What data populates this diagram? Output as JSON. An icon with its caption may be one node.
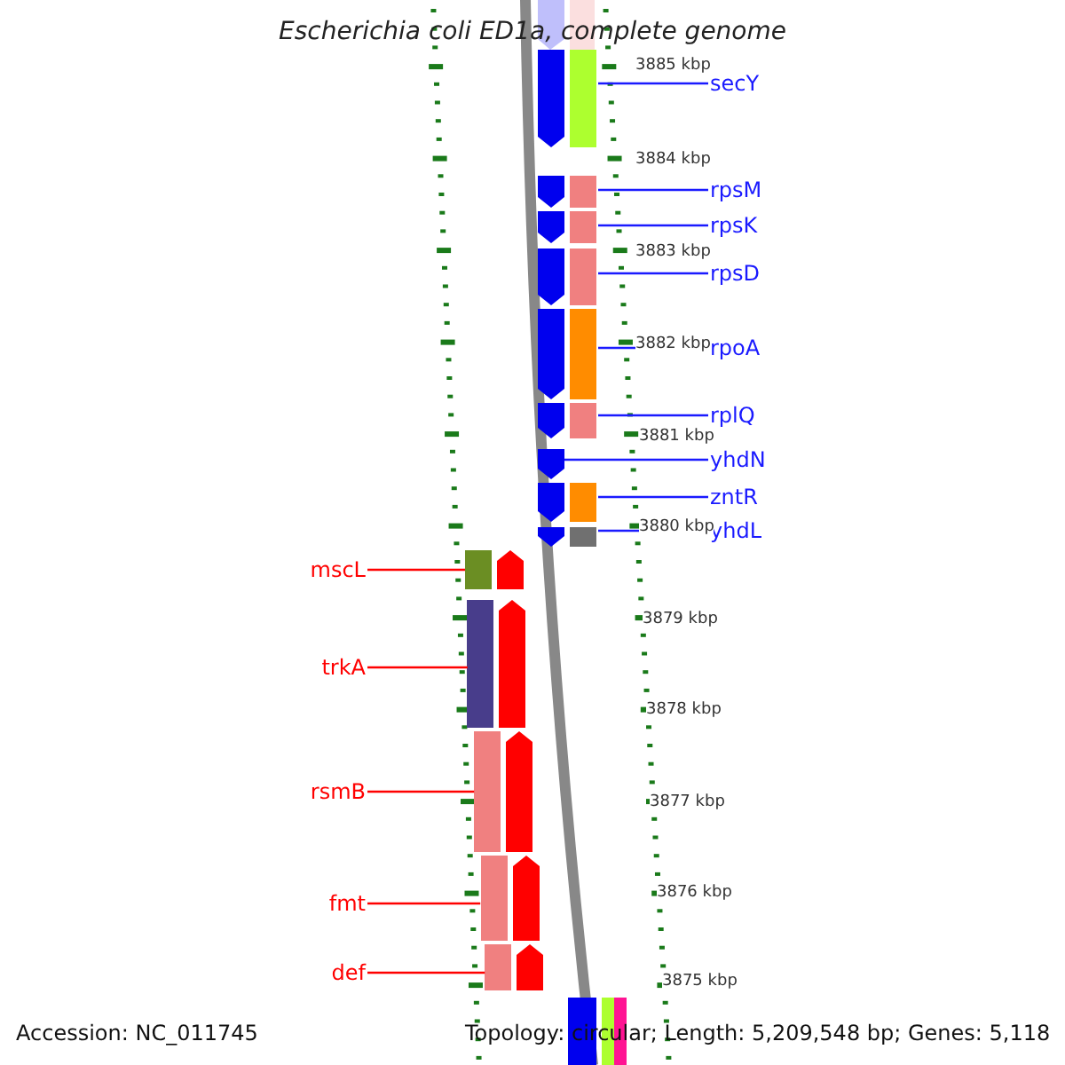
{
  "diagram": {
    "title": "Escherichia coli ED1a, complete genome",
    "nodes": [
      {
        "text": [
          "secY"
        ]
      },
      {
        "text": [],
        "shape": "arrow"
      },
      {
        "text": [
          "rpsM"
        ]
      },
      {
        "text": [],
        "shape": "arrow"
      },
      {
        "text": [
          "rpsK"
        ]
      },
      {
        "text": [],
        "shape": "arrow"
      },
      {
        "text": [
          "rpsD"
        ]
      },
      {
        "text": [],
        "shape": "arrow"
      },
      {
        "text": [
          "rpoA"
        ]
      },
      {
        "text": [],
        "shape": "arrow"
      },
      {
        "text": [
          "rplQ"
        ]
      },
      {
        "text": [],
        "shape": "arrow"
      },
      {
        "text": [
          "yhdN"
        ]
      },
      {
        "text": [],
        "shape": "arrow"
      },
      {
        "text": [
          "zntR"
        ]
      },
      {
        "text": [],
        "shape": "arrow"
      },
      {
        "text": [
          "yhdL"
        ]
      },
      {
        "text": [],
        "shape": "arrow"
      },
      {
        "text": [
          "mscL"
        ]
      },
      {
        "text": [],
        "shape": "arrow"
      },
      {
        "text": [
          "trkA"
        ]
      },
      {
        "text": [],
        "shape": "arrow"
      },
      {
        "text": [
          "rsmB"
        ]
      },
      {
        "text": [],
        "shape": "arrow"
      },
      {
        "text": [
          "fmt"
        ]
      },
      {
        "text": [],
        "shape": "arrow"
      },
      {
        "text": [
          "def"
        ]
      },
      {
        "text": [],
        "shape": "arrow"
      }
    ],
    "edges": [
      {
        "from": 0,
        "to": 1,
        "arrow": "none"
      },
      {
        "from": 2,
        "to": 3,
        "arrow": "none"
      },
      {
        "from": 4,
        "to": 5,
        "arrow": "none"
      },
      {
        "from": 6,
        "to": 7,
        "arrow": "none"
      },
      {
        "from": 8,
        "to": 9,
        "arrow": "none"
      },
      {
        "from": 10,
        "to": 11,
        "arrow": "none"
      },
      {
        "from": 12,
        "to": 13,
        "arrow": "none"
      },
      {
        "from": 14,
        "to": 15,
        "arrow": "none"
      },
      {
        "from": 16,
        "to": 17,
        "arrow": "none"
      },
      {
        "from": 18,
        "to": 19,
        "arrow": "none",
        "color": "#ff0000"
      },
      {
        "from": 20,
        "to": 21,
        "arrow": "none",
        "color": "#ff0000"
      },
      {
        "from": 22,
        "to": 23,
        "arrow": "none",
        "color": "#ff0000"
      },
      {
        "from": 24,
        "to": 25,
        "arrow": "none",
        "color": "#ff0000"
      },
      {
        "from": 26,
        "to": 27,
        "arrow": "none",
        "color": "#ff0000"
      }
    ],
    "labels": [
      "3885 kbp",
      "3884 kbp",
      "3883 kbp",
      "3882 kbp",
      "3881 kbp",
      "3880 kbp",
      "3879 kbp",
      "3878 kbp",
      "3877 kbp",
      "3876 kbp",
      "3875 kbp",
      "Accession: NC_011745",
      "Topology: circular; Length: 5,209,548 bp; Genes: 5,118"
    ]
  }
}
